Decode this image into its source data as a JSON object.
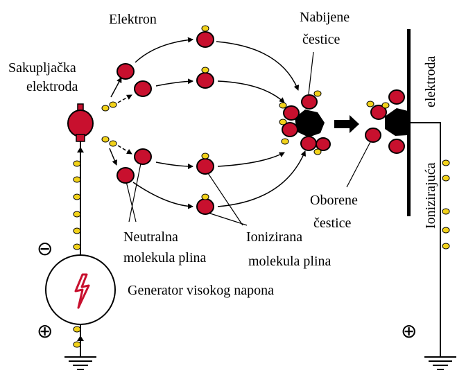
{
  "labels": {
    "elektron": "Elektron",
    "nabijene_1": "Nabijene",
    "nabijene_2": "čestice",
    "sakupljacka_1": "Sakupljačka",
    "sakupljacka_2": "elektroda",
    "neutralna_1": "Neutralna",
    "neutralna_2": "molekula plina",
    "ionizirana_1": "Ionizirana",
    "ionizirana_2": "molekula plina",
    "generator": "Generator visokog napona",
    "oborene_1": "Oborene",
    "oborene_2": "čestice",
    "elektroda_vertical": "elektroda",
    "ionizirajuca_vertical": "Ionizirajuća",
    "minus": "⊖",
    "plus_left": "⊕",
    "plus_right": "⊕"
  },
  "icons": {
    "generator": "lightning-bolt-icon",
    "ground_left": "ground-icon",
    "ground_right": "ground-icon"
  },
  "colors": {
    "molecule": "#c8102e",
    "electron": "#f2d21a",
    "particle": "#000000",
    "bolt": "#c8102e",
    "line": "#000000"
  }
}
